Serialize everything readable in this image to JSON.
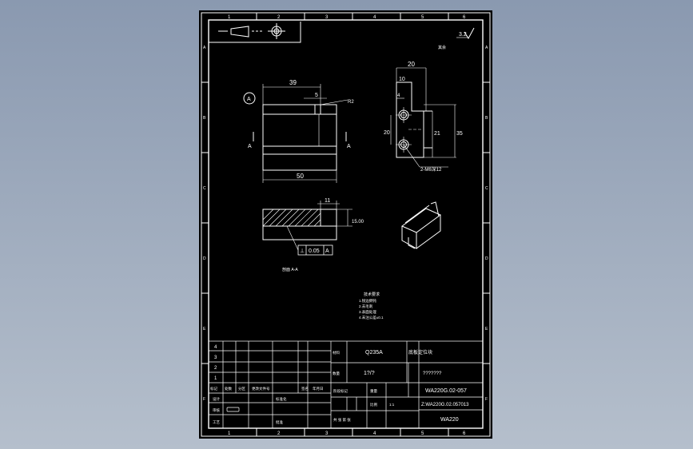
{
  "frame": {
    "top_zones": [
      "1",
      "2",
      "3",
      "4",
      "5",
      "6"
    ],
    "bottom_zones": [
      "1",
      "2",
      "3",
      "4",
      "5",
      "6"
    ],
    "side_zones": [
      "A",
      "B",
      "C",
      "D",
      "E",
      "F"
    ]
  },
  "roughness": {
    "value": "3.2",
    "note": "其余"
  },
  "datum": {
    "label": "A"
  },
  "front_view": {
    "dim_top": "39",
    "dim_inner": "5",
    "dim_angle": "R2",
    "dim_bottom": "50",
    "section_label_left": "A",
    "section_label_right": "A"
  },
  "side_view": {
    "dim_top": "20",
    "dim_mid": "10",
    "dim_small": "4",
    "dim_left": "20",
    "dim_inner": "21",
    "dim_right": "35",
    "hole_callout": "2-M6深12"
  },
  "section_view": {
    "dim_top": "11",
    "dim_right": "15.00",
    "tolerance_symbol": "⊥",
    "tolerance_value": "0.05",
    "tolerance_datum": "A",
    "caption": "剖面 A-A"
  },
  "notes": {
    "title": "技术要求",
    "lines": [
      "1.锐边倒钝",
      "2.去毛刺",
      "3.表面处理",
      "4.未注公差±0.1"
    ]
  },
  "title_block": {
    "rev_rows": [
      "4",
      "3",
      "2",
      "1"
    ],
    "rev_header": [
      "标记",
      "处数",
      "分区",
      "更改文件号",
      "签名",
      "年月日"
    ],
    "sign_rows": [
      "设计",
      "审核",
      "工艺"
    ],
    "sign_cols2": [
      "标准化",
      "批准"
    ],
    "stage_label": "阶段标记",
    "weight_label": "重量",
    "scale_label": "比例",
    "scale_value": "1:1",
    "sheet_label": "共 张 第 张",
    "material_label": "材料",
    "material_value": "Q235A",
    "qty_label": "数量",
    "qty_value": "1?/?",
    "part_name": "底板定位块",
    "company_value": "???????",
    "drawing_no": "WA220G.02-057",
    "file_name": "Z:WA220G.02.057013",
    "project": "WA220"
  }
}
